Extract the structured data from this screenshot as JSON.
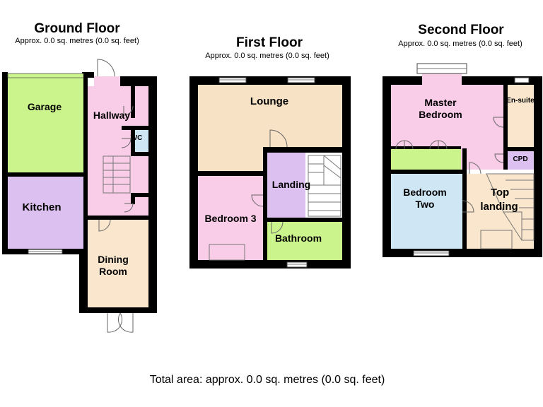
{
  "colors": {
    "wall": "#000000",
    "garage": "#ccf48c",
    "hallway": "#f9cce8",
    "kitchen": "#dcc0f0",
    "dining": "#f9e6cc",
    "wc": "#cfe6f5",
    "lounge": "#f7e2c6",
    "bedroom3": "#f9cce8",
    "landing": "#dcc0f0",
    "bathroom": "#ccf48c",
    "master": "#f9cce8",
    "ensuite": "#f9e6cc",
    "wardrobe": "#ccf48c",
    "cpd": "#dcc0f0",
    "bedroom2": "#cfe6f5",
    "top_landing": "#f9e6cc"
  },
  "floors": {
    "ground": {
      "title": "Ground Floor",
      "area": "Approx. 0.0 sq. metres (0.0 sq. feet)",
      "rooms": {
        "garage": "Garage",
        "hallway": "Hallway",
        "wc": "WC",
        "kitchen": "Kitchen",
        "dining_1": "Dining",
        "dining_2": "Room"
      }
    },
    "first": {
      "title": "First Floor",
      "area": "Approx. 0.0 sq. metres (0.0 sq. feet)",
      "rooms": {
        "lounge": "Lounge",
        "landing": "Landing",
        "bedroom3": "Bedroom 3",
        "bathroom": "Bathroom"
      }
    },
    "second": {
      "title": "Second Floor",
      "area": "Approx. 0.0 sq. metres (0.0 sq. feet)",
      "rooms": {
        "master_1": "Master",
        "master_2": "Bedroom",
        "ensuite": "En-suite",
        "cpd": "CPD",
        "bedroom2_1": "Bedroom",
        "bedroom2_2": "Two",
        "top_landing_1": "Top",
        "top_landing_2": "landing"
      }
    }
  },
  "total_area": "Total area: approx. 0.0 sq. metres (0.0 sq. feet)"
}
